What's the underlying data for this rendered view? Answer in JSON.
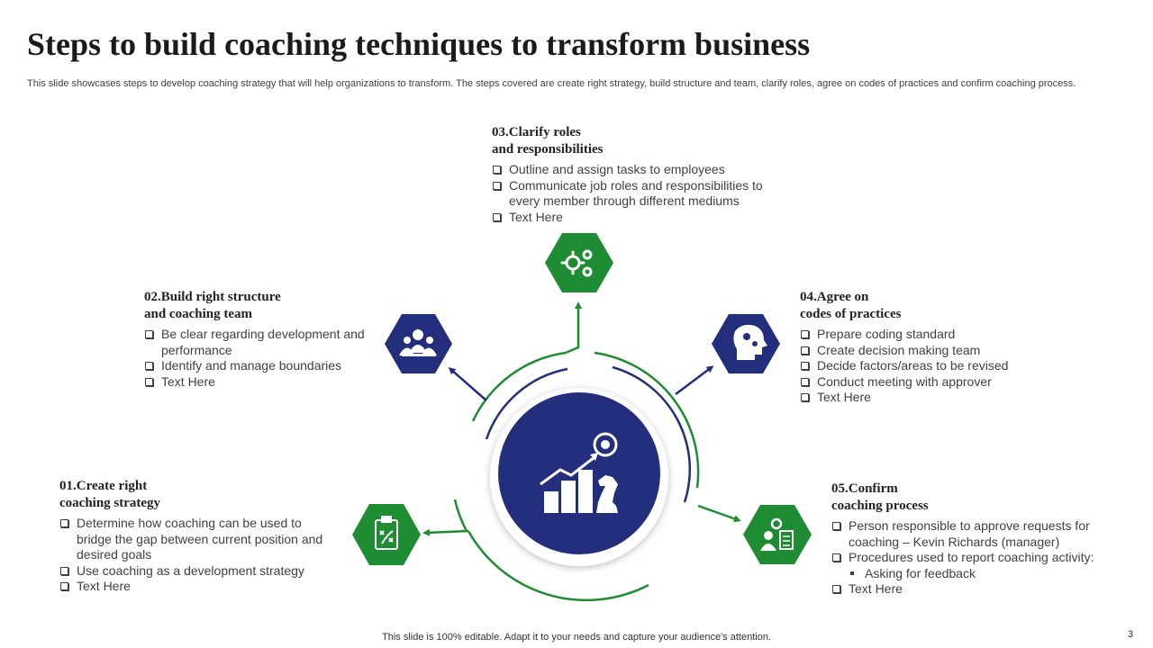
{
  "title": "Steps to build coaching techniques to transform business",
  "subtitle": "This slide showcases steps to develop coaching strategy that will help organizations to transform. The steps covered are create right strategy,  build structure and team, clarify roles, agree on codes of practices and confirm coaching process.",
  "footer": "This slide is 100% editable. Adapt it to your needs and capture your audience's attention.",
  "page_number": "3",
  "colors": {
    "green": "#1e8c32",
    "navy": "#232f7c",
    "text": "#404040"
  },
  "center_icon": "growth-chart-chess-knight-icon",
  "steps": [
    {
      "title_line1": "01.Create right",
      "title_line2": "coaching strategy",
      "icon": "clipboard-strategy-icon",
      "color": "green",
      "items": [
        "Determine how coaching can be used to bridge the gap between current position and desired goals",
        "Use coaching as a development strategy",
        "Text Here"
      ]
    },
    {
      "title_line1": "02.Build right structure",
      "title_line2": "and coaching team",
      "icon": "team-icon",
      "color": "navy",
      "items": [
        "Be clear regarding development and performance",
        "Identify and manage boundaries",
        "Text Here"
      ]
    },
    {
      "title_line1": "03.Clarify roles",
      "title_line2": "and responsibilities",
      "icon": "gears-icon",
      "color": "green",
      "items": [
        "Outline and assign tasks to employees",
        "Communicate job roles and responsibilities to every member through different mediums",
        "Text Here"
      ]
    },
    {
      "title_line1": "04.Agree on",
      "title_line2": "codes of practices",
      "icon": "head-idea-icon",
      "color": "navy",
      "items": [
        "Prepare coding standard",
        "Create decision making team",
        "Decide factors/areas to be revised",
        "Conduct meeting with approver",
        "Text Here"
      ]
    },
    {
      "title_line1": "05.Confirm",
      "title_line2": "coaching process",
      "icon": "person-checklist-icon",
      "color": "green",
      "items": [
        "Person responsible to approve requests for coaching – Kevin Richards (manager)",
        "Procedures used to report coaching activity:",
        "Asking for feedback",
        "Text Here"
      ]
    }
  ]
}
